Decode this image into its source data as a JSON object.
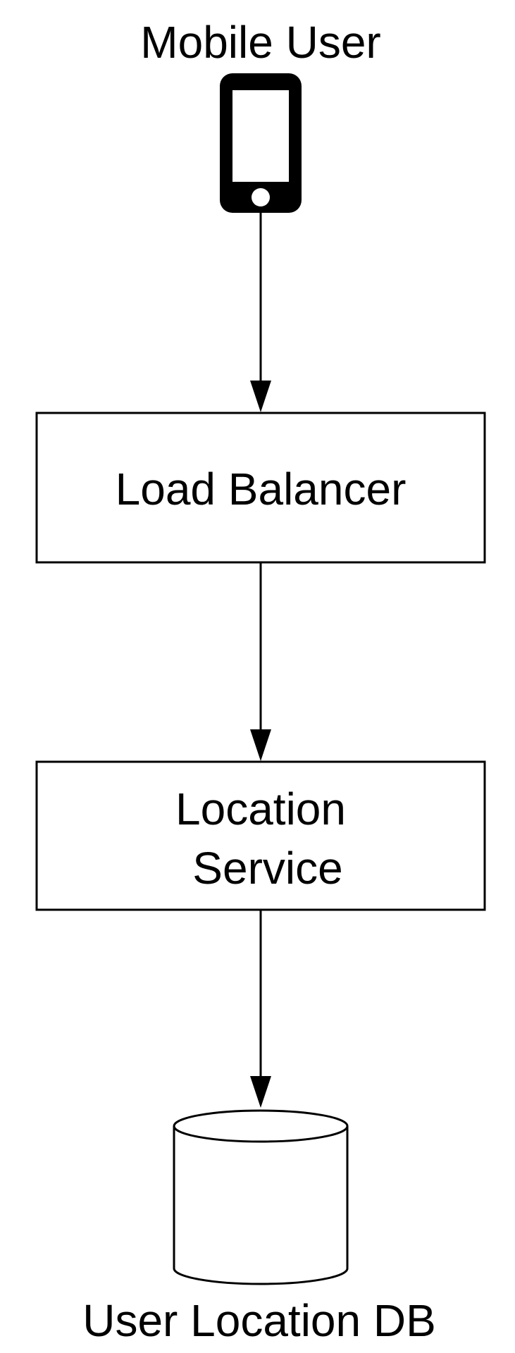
{
  "mobile_user": {
    "label": "Mobile User",
    "icon": "smartphone-icon"
  },
  "load_balancer": {
    "label": "Load Balancer"
  },
  "location_service": {
    "label_line1": "Location",
    "label_line2": "Service"
  },
  "database": {
    "label": "User Location DB",
    "icon": "database-cylinder-icon"
  },
  "colors": {
    "stroke": "#000000",
    "background": "#ffffff"
  }
}
